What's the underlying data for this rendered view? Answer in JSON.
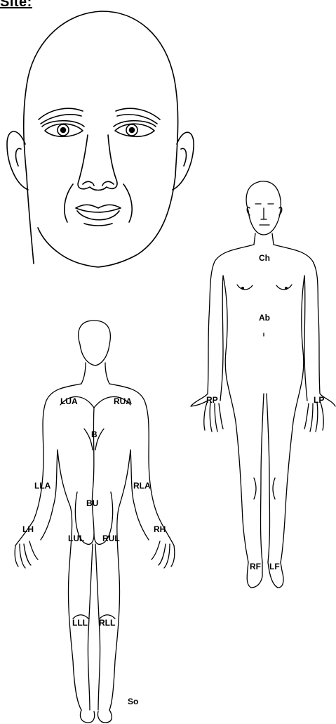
{
  "heading": "Site:",
  "labels": {
    "ch": "Ch",
    "ab": "Ab",
    "rp": "RP",
    "lp": "LP",
    "rf": "RF",
    "lf": "LF",
    "lua": "LUA",
    "rua": "RUA",
    "b": "B",
    "lla": "LLA",
    "rla": "RLA",
    "bu": "BU",
    "lh": "LH",
    "rh": "RH",
    "lul": "LUL",
    "rul": "RUL",
    "lll": "LLL",
    "rll": "RLL",
    "so": "So"
  },
  "colors": {
    "ink": "#000000",
    "background": "#ffffff"
  }
}
